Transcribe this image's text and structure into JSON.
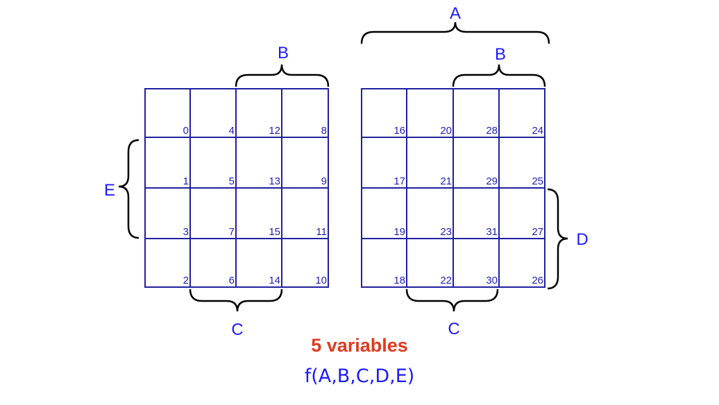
{
  "maps": [
    {
      "cells": [
        [
          "0",
          "4",
          "12",
          "8"
        ],
        [
          "1",
          "5",
          "13",
          "9"
        ],
        [
          "3",
          "7",
          "15",
          "11"
        ],
        [
          "2",
          "6",
          "14",
          "10"
        ]
      ]
    },
    {
      "cells": [
        [
          "16",
          "20",
          "28",
          "24"
        ],
        [
          "17",
          "21",
          "29",
          "25"
        ],
        [
          "19",
          "23",
          "31",
          "27"
        ],
        [
          "18",
          "22",
          "30",
          "26"
        ]
      ]
    }
  ],
  "labels": {
    "a": "A",
    "b_left": "B",
    "b_right": "B",
    "c_left": "C",
    "c_right": "C",
    "d": "D",
    "e": "E"
  },
  "title": "5 variables",
  "subtitle": "f(A,B,C,D,E)",
  "colors": {
    "grid": "#1f1fa0",
    "label": "#1a1aff",
    "title": "#e03a1e",
    "brace": "#000000"
  }
}
